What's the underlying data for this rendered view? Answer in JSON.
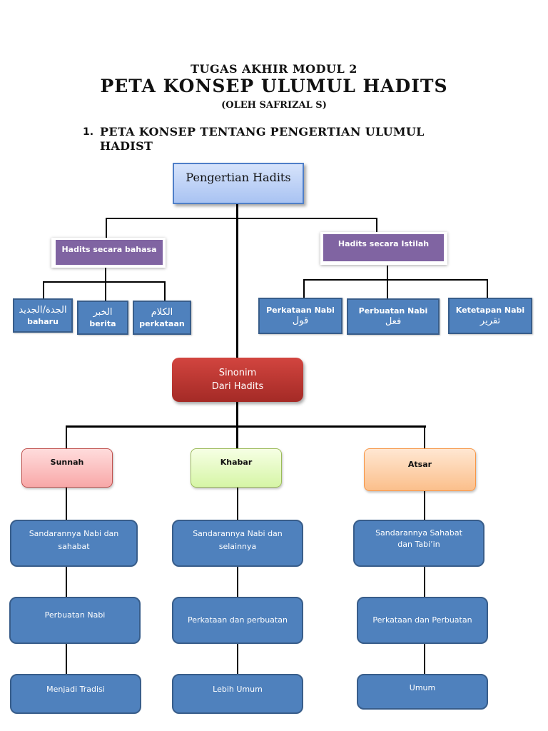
{
  "header": {
    "subtitle": "TUGAS AKHIR MODUL 2",
    "title": "PETA KONSEP ULUMUL HADITS",
    "author": "(OLEH SAFRIZAL S)"
  },
  "section": {
    "number": "1.",
    "title": "PETA KONSEP TENTANG PENGERTIAN ULUMUL HADIST"
  },
  "diagram": {
    "root": "Pengertian Hadits",
    "branches": [
      {
        "label": "Hadits secara bahasa",
        "children": [
          {
            "arabic": "الجدة/الجديد",
            "label": "baharu"
          },
          {
            "arabic": "الخبر",
            "label": "berita"
          },
          {
            "arabic": "الكلام",
            "label": "perkataan"
          }
        ]
      },
      {
        "label": "Hadits secara Istilah",
        "children": [
          {
            "label": "Perkataan Nabi",
            "arabic": "قول"
          },
          {
            "label": "Perbuatan Nabi",
            "arabic": "فعل"
          },
          {
            "label": "Ketetapan Nabi",
            "arabic": "تقرير"
          }
        ]
      }
    ],
    "synonym": {
      "line1": "Sinonim",
      "line2": "Dari  Hadits"
    },
    "categories": [
      {
        "label": "Sunnah",
        "color": "#f8a8a8",
        "items": [
          "Sandarannya Nabi dan sahabat",
          "Perbuatan Nabi",
          "Menjadi Tradisi"
        ]
      },
      {
        "label": "Khabar",
        "color": "#d6f5a6",
        "items": [
          "Sandarannya Nabi dan selainnya",
          "Perkataan dan perbuatan",
          "Lebih Umum"
        ]
      },
      {
        "label": "Atsar",
        "color": "#fbbf8b",
        "items": [
          "Sandarannya Sahabat dan Tabi’in",
          "Perkataan dan Perbuatan",
          "Umum"
        ]
      }
    ]
  }
}
